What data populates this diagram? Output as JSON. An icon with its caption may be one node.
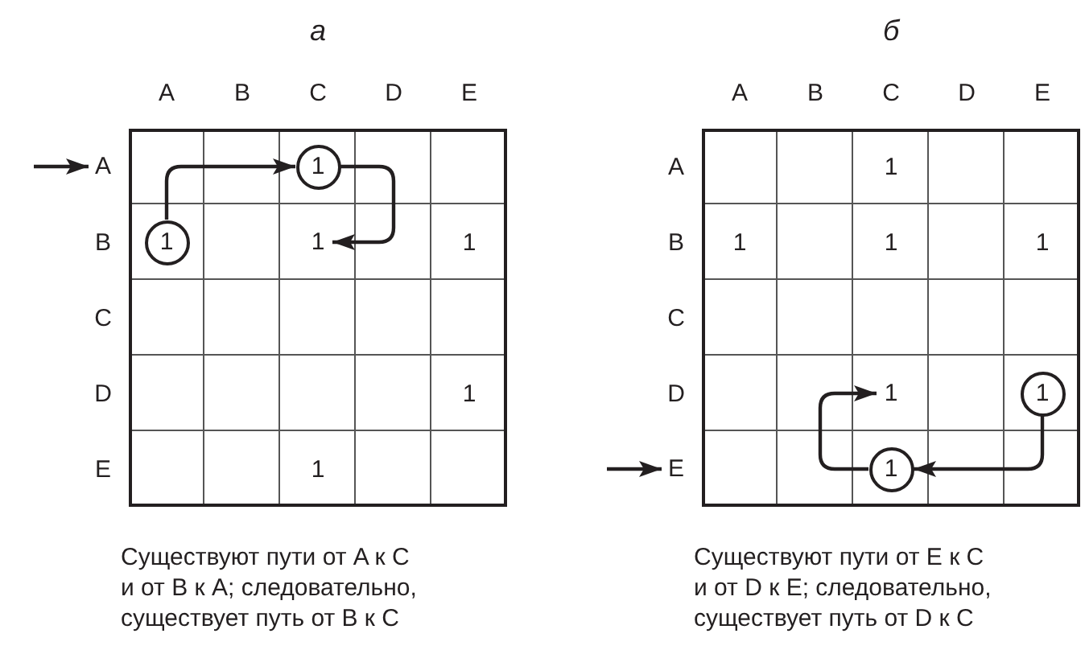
{
  "diagram": {
    "nodes": [
      {
        "text": [
          "а"
        ],
        "beside": [
          "Существуют пути от A к C и от B к A; следовательно, существует путь от B к C"
        ]
      },
      {
        "text": [
          "A"
        ]
      },
      {
        "text": [
          "1"
        ],
        "in": 0
      },
      {
        "text": [
          "1"
        ],
        "in": 0
      },
      {
        "text": [
          "1"
        ],
        "in": 0
      },
      {
        "text": [
          "б"
        ],
        "beside": [
          "Существуют пути от E к C и от D к E; следовательно, существует путь от D к C"
        ]
      },
      {
        "text": [
          "1"
        ],
        "in": 5
      },
      {
        "text": [
          "1"
        ],
        "in": 5
      },
      {
        "text": [
          "1"
        ],
        "in": 5
      },
      {
        "text": [
          "E"
        ]
      }
    ],
    "edges": [
      {
        "from": null,
        "to": 1,
        "arrow": "to"
      },
      {
        "from": 3,
        "to": 2,
        "arrow": "to"
      },
      {
        "from": 2,
        "to": 4,
        "arrow": "to"
      },
      {
        "from": null,
        "to": 9,
        "arrow": "to"
      },
      {
        "from": 6,
        "to": 7,
        "arrow": "to"
      },
      {
        "from": 7,
        "to": 8,
        "arrow": "to"
      }
    ],
    "labels": [
      "A",
      "B",
      "C",
      "D",
      "E",
      "B",
      "C",
      "D",
      "E",
      "1",
      "1",
      "1",
      "A",
      "B",
      "C",
      "D",
      "E",
      "A",
      "B",
      "C",
      "D",
      "1",
      "1",
      "1",
      "1"
    ]
  }
}
